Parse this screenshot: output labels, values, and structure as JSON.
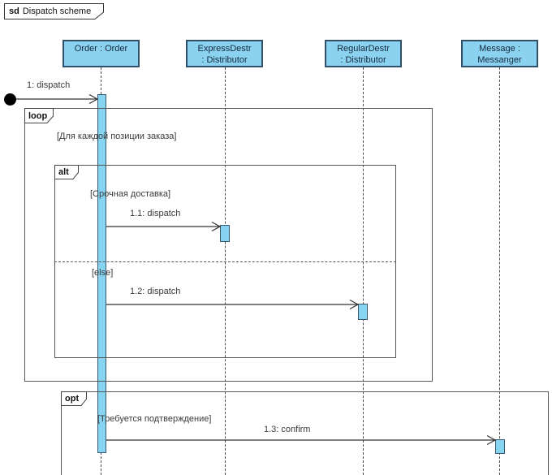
{
  "title": {
    "keyword": "sd",
    "name": "Dispatch scheme"
  },
  "lifelines": [
    {
      "id": "order",
      "line1": "Order : Order",
      "line2": ""
    },
    {
      "id": "express",
      "line1": "ExpressDestr",
      "line2": ": Distributor"
    },
    {
      "id": "regular",
      "line1": "RegularDestr",
      "line2": ": Distributor"
    },
    {
      "id": "message",
      "line1": "Message :",
      "line2": "Messanger"
    }
  ],
  "fragments": {
    "loop": {
      "operator": "loop",
      "guard": "[Для каждой позиции заказа]"
    },
    "alt": {
      "operator": "alt",
      "guard_top": "[Срочная доставка]",
      "guard_bottom": "[else]"
    },
    "opt": {
      "operator": "opt",
      "guard": "[Требуется подтверждение]"
    }
  },
  "messages": [
    {
      "label": "1: dispatch",
      "from": "found",
      "to": "Order : Order"
    },
    {
      "label": "1.1: dispatch",
      "from": "Order : Order",
      "to": "ExpressDestr : Distributor"
    },
    {
      "label": "1.2: dispatch",
      "from": "Order : Order",
      "to": "RegularDestr : Distributor"
    },
    {
      "label": "1.3: confirm",
      "from": "Order : Order",
      "to": "Message : Messanger"
    }
  ],
  "colors": {
    "lifeline_fill": "#8bd2f0",
    "lifeline_border": "#33506a",
    "activation_fill": "#87d3f2",
    "frame_border": "#565656",
    "arrow_color": "#333333",
    "text_color": "#3a3a3a"
  }
}
